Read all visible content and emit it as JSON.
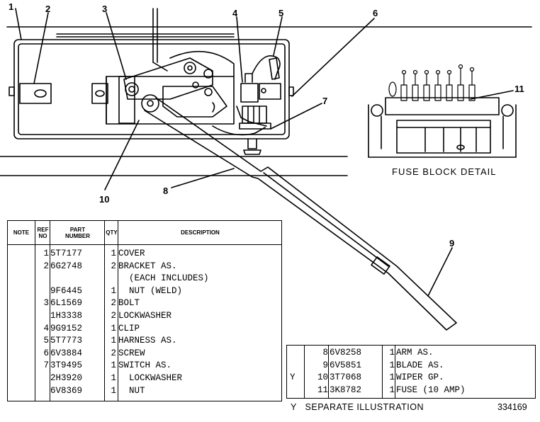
{
  "callouts": [
    "1",
    "2",
    "3",
    "4",
    "5",
    "6",
    "7",
    "8",
    "9",
    "10",
    "11"
  ],
  "fuse_detail_caption": "FUSE BLOCK DETAIL",
  "table_headers": {
    "note": "NOTE",
    "ref": "REF\nNO",
    "part": "PART\nNUMBER",
    "qty": "QTY",
    "desc": "DESCRIPTION"
  },
  "parts": [
    {
      "ref": "1",
      "part": "5T7177",
      "qty": "1",
      "desc": "COVER"
    },
    {
      "ref": "2",
      "part": "6G2748",
      "qty": "2",
      "desc": "BRACKET AS."
    },
    {
      "ref": "",
      "part": "",
      "qty": "",
      "desc": "  (EACH INCLUDES)"
    },
    {
      "ref": "",
      "part": "9F6445",
      "qty": "1",
      "desc": "  NUT (WELD)"
    },
    {
      "ref": "3",
      "part": "6L1569",
      "qty": "2",
      "desc": "BOLT"
    },
    {
      "ref": "",
      "part": "1H3338",
      "qty": "2",
      "desc": "LOCKWASHER"
    },
    {
      "ref": "4",
      "part": "9G9152",
      "qty": "1",
      "desc": "CLIP"
    },
    {
      "ref": "5",
      "part": "5T7773",
      "qty": "1",
      "desc": "HARNESS AS."
    },
    {
      "ref": "6",
      "part": "6V3884",
      "qty": "2",
      "desc": "SCREW"
    },
    {
      "ref": "7",
      "part": "3T9495",
      "qty": "1",
      "desc": "SWITCH AS."
    },
    {
      "ref": "",
      "part": "2H3920",
      "qty": "1",
      "desc": "  LOCKWASHER"
    },
    {
      "ref": "",
      "part": "6V8369",
      "qty": "1",
      "desc": "  NUT"
    }
  ],
  "parts2": [
    {
      "note": "",
      "ref": "8",
      "part": "6V8258",
      "qty": "1",
      "desc": "ARM AS."
    },
    {
      "note": "",
      "ref": "9",
      "part": "6V5851",
      "qty": "1",
      "desc": "BLADE AS."
    },
    {
      "note": "Y",
      "ref": "10",
      "part": "3T7068",
      "qty": "1",
      "desc": "WIPER GP."
    },
    {
      "note": "",
      "ref": "11",
      "part": "3K8782",
      "qty": "1",
      "desc": "FUSE (10 AMP)"
    }
  ],
  "footnote": "Y   SEPARATE ILLUSTRATION",
  "drawing_number": "334169"
}
